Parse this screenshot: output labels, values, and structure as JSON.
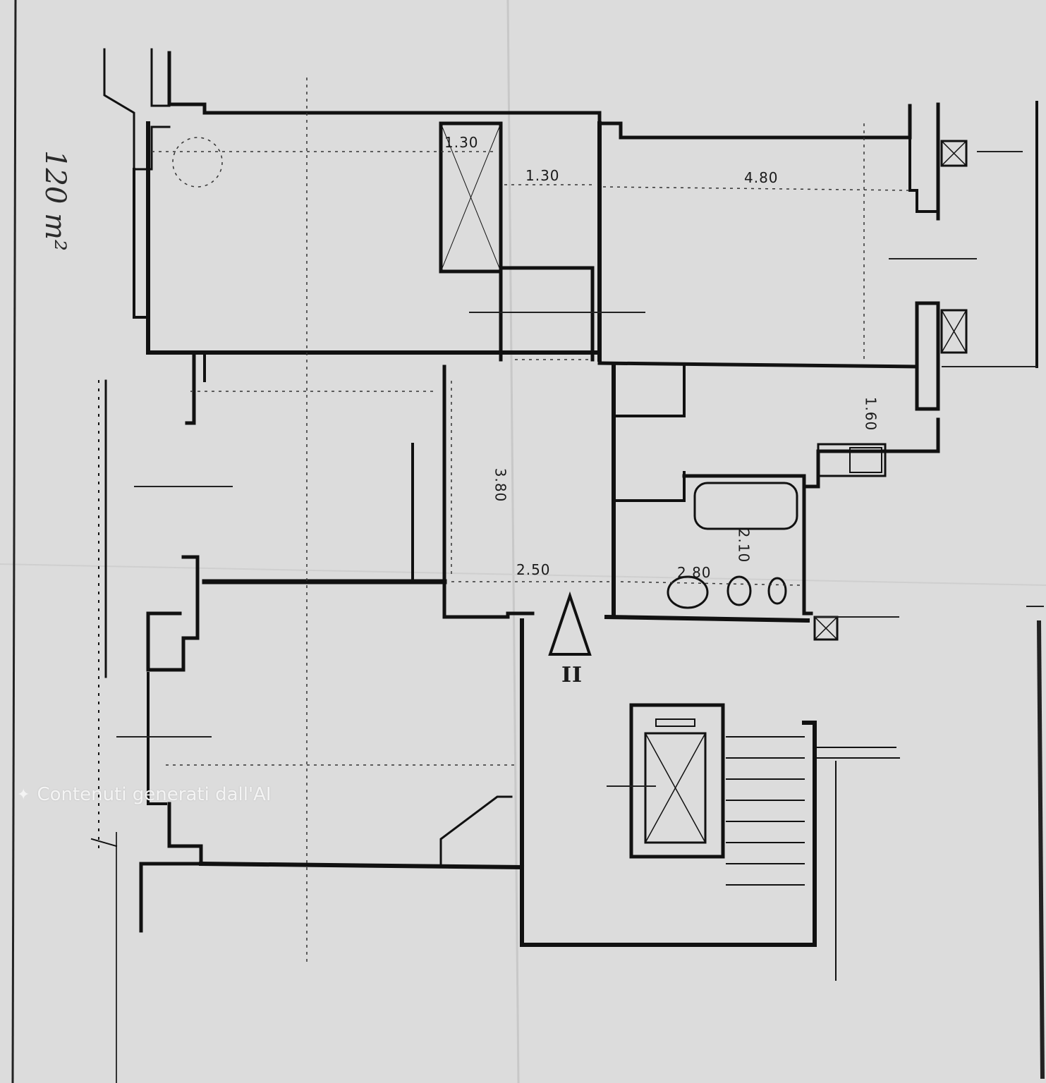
{
  "floorplan": {
    "area_note": "120 m²",
    "dimensions": {
      "top_closet": "1.30",
      "top_hall": "1.30",
      "top_right_room": "4.80",
      "kitchen": "1.60",
      "corridor": "3.80",
      "entry": "2.50",
      "bath_length": "2.80",
      "bath_width": "2.10"
    },
    "section_marker": "II"
  },
  "watermark": {
    "icon": "sparkle-icon",
    "text": "Contenuti generati dall'AI"
  },
  "colors": {
    "paper": "#dcdcdc",
    "ink": "#111111"
  }
}
